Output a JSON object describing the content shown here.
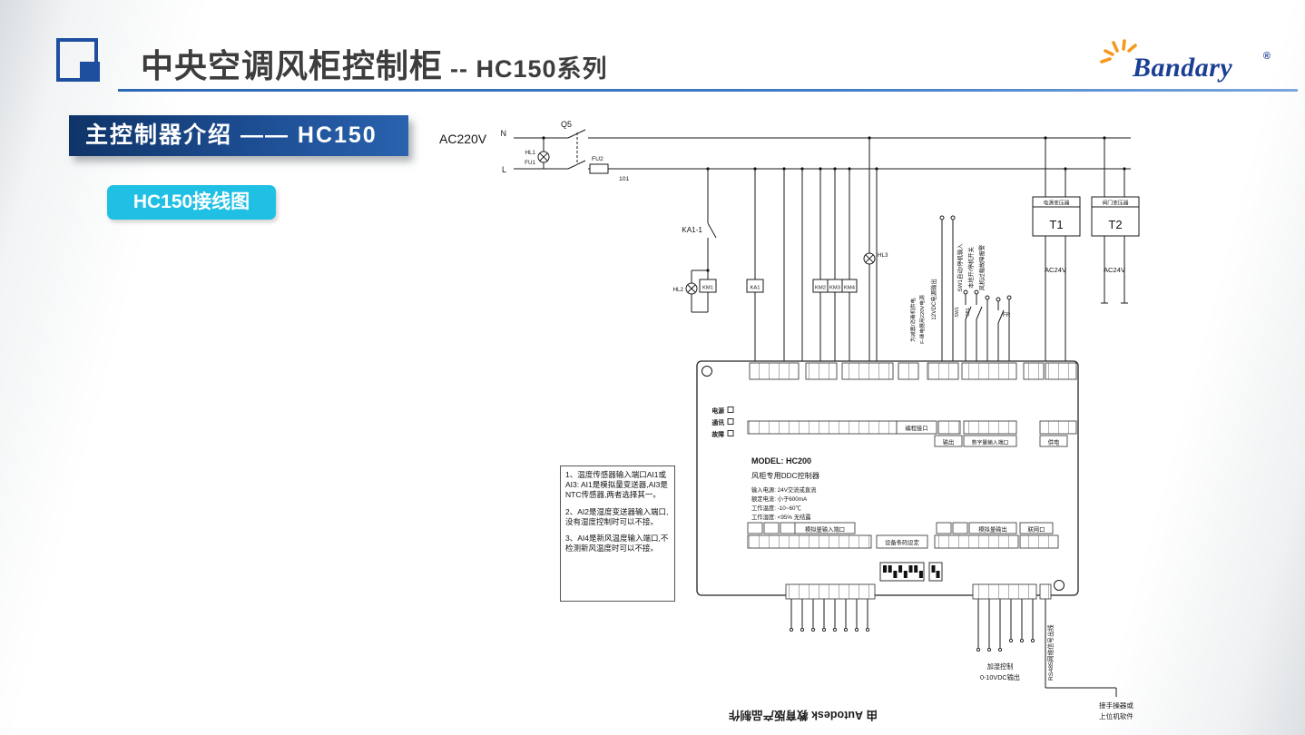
{
  "slide": {
    "title_main": "中央空调风柜控制柜",
    "title_sub": "-- HC150系列",
    "logo_text": "Bandary",
    "logo_reg": "®",
    "banner_label": "主控制器介绍 —— HC150",
    "badge_label": "HC150接线图"
  },
  "notes": {
    "n1": "1、温度传感器输入端口AI1或AI3: AI1是模拟量变送器,AI3是NTC传感器,两者选择其一。",
    "n2": "2、AI2是湿度变送器输入端口,没有湿度控制时可以不接。",
    "n3": "3、AI4是新风温度输入端口,不检测新风温度时可以不接。"
  },
  "diagram": {
    "ac220v": "AC220V",
    "n_label": "N",
    "l_label": "L",
    "q5": "Q5",
    "hl1": "HL1",
    "fu1": "FU1",
    "fu2": "FU2",
    "wire_101": "101",
    "ka1_1": "KA1-1",
    "hl2": "HL2",
    "km1": "KM1",
    "ka1": "KA1",
    "km2": "KM2",
    "km3": "KM3",
    "km4": "KM4",
    "hl3": "HL3",
    "out_12vdc": "12VDC电源输出",
    "shock_1": "为减震/消毒机供电,",
    "shock_2": "F-继电器用220V电源",
    "sw1_auto": "SW1自动/停机输入",
    "local_switch": "本地开/停机开关",
    "fan_alarm": "风机过载故障报警",
    "sw1": "SW1",
    "sb1": "SB1",
    "fr": "FR",
    "t1": "T1",
    "t1_name": "电源变压器",
    "t1_out": "AC24V",
    "t2": "T2",
    "t2_name": "阀门变压器",
    "t2_out": "AC24V"
  },
  "controller": {
    "led_power": "电源",
    "led_comm": "通讯",
    "led_fault": "故障",
    "model": "MODEL: HC200",
    "type_name": "风柜专用DDC控制器",
    "spec_1": "输入电源: 24V交流或直流",
    "spec_2": "额定电流: 小于600mA",
    "spec_3": "工作温度: -10~60℃",
    "spec_4": "工作湿度: <95% 无结露",
    "grp_prog": "编程接口",
    "grp_out": "输出",
    "grp_di": "数字量输入端口",
    "grp_power": "供电",
    "grp_ai": "模拟量输入端口",
    "grp_barcode": "设备条码设定",
    "grp_ao": "模拟量输出",
    "grp_net": "联网口"
  },
  "bottom": {
    "humid_1": "加湿控制",
    "humid_2": "0-10VDC输出",
    "rs485": "RS485网络信号出线",
    "hand_1": "接手操器或",
    "hand_2": "上位机软件",
    "autodesk": "由 Autodesk 教育版产品制作"
  }
}
